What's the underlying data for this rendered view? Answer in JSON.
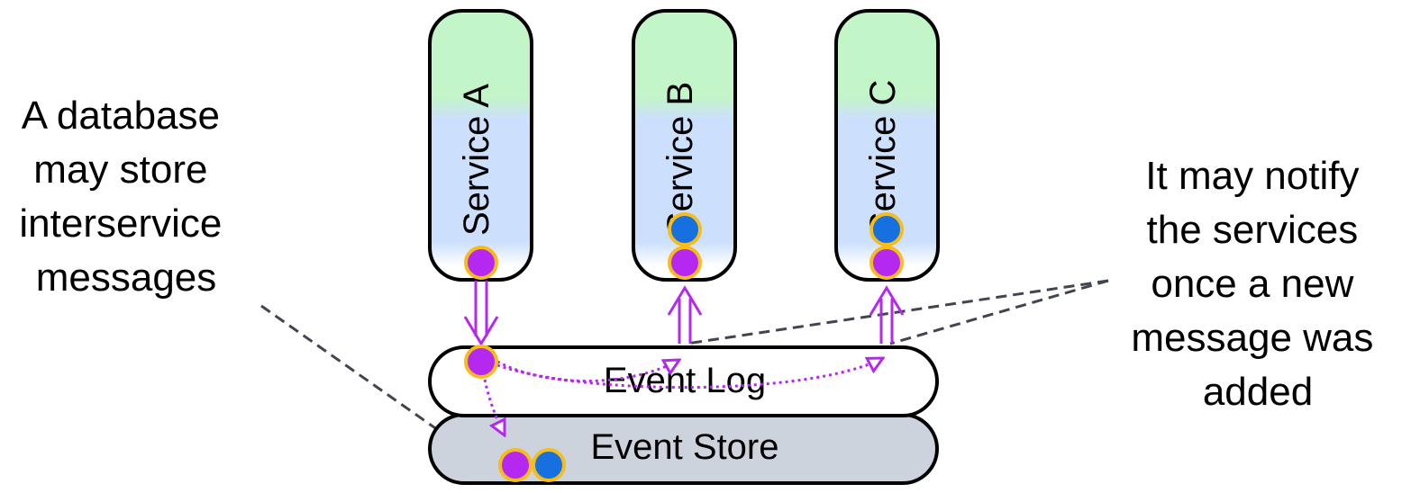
{
  "left_note": {
    "lines": [
      "A database",
      "may store",
      "interservice",
      "messages"
    ]
  },
  "right_note": {
    "lines": [
      "It may notify",
      "the services",
      "once a new",
      "message was",
      "added"
    ]
  },
  "services": [
    {
      "label": "Service A"
    },
    {
      "label": "Service B"
    },
    {
      "label": "Service C"
    }
  ],
  "event_log": {
    "label": "Event Log"
  },
  "event_store": {
    "label": "Event Store"
  },
  "colors": {
    "service_top": "#c2f5c7",
    "service_bottom": "#cce0fd",
    "event_store_fill": "#ccd3dd",
    "message_purple": "#b428f0",
    "message_blue": "#1670e0",
    "message_outline": "#f5bc1a",
    "arrow": "#b428f0",
    "callout_line": "#404550"
  }
}
